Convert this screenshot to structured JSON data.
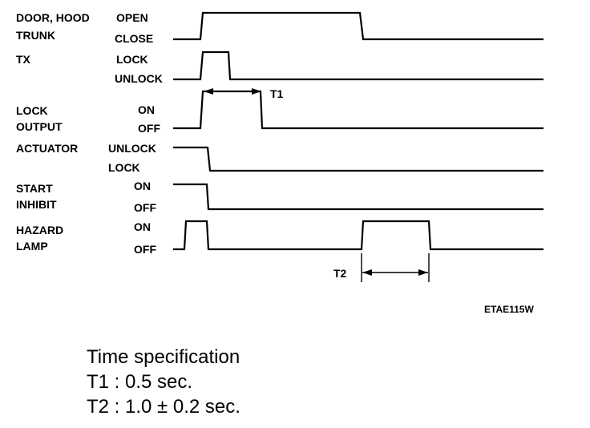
{
  "signals": [
    {
      "name_lines": [
        "DOOR, HOOD",
        "TRUNK"
      ],
      "high_label": "OPEN",
      "low_label": "CLOSE"
    },
    {
      "name_lines": [
        "TX"
      ],
      "high_label": "LOCK",
      "low_label": "UNLOCK"
    },
    {
      "name_lines": [
        "LOCK",
        "OUTPUT"
      ],
      "high_label": "ON",
      "low_label": "OFF"
    },
    {
      "name_lines": [
        "ACTUATOR"
      ],
      "high_label": "UNLOCK",
      "low_label": "LOCK"
    },
    {
      "name_lines": [
        "START",
        "INHIBIT"
      ],
      "high_label": "ON",
      "low_label": "OFF"
    },
    {
      "name_lines": [
        "HAZARD",
        "LAMP"
      ],
      "high_label": "ON",
      "low_label": "OFF"
    }
  ],
  "intervals": {
    "t1_label": "T1",
    "t2_label": "T2"
  },
  "figure_code": "ETAE115W",
  "spec": {
    "title": "Time specification",
    "line1": "T1 : 0.5 sec.",
    "line2": "T2 : 1.0 ± 0.2 sec."
  },
  "colors": {
    "ink": "#000000",
    "background": "#ffffff"
  }
}
